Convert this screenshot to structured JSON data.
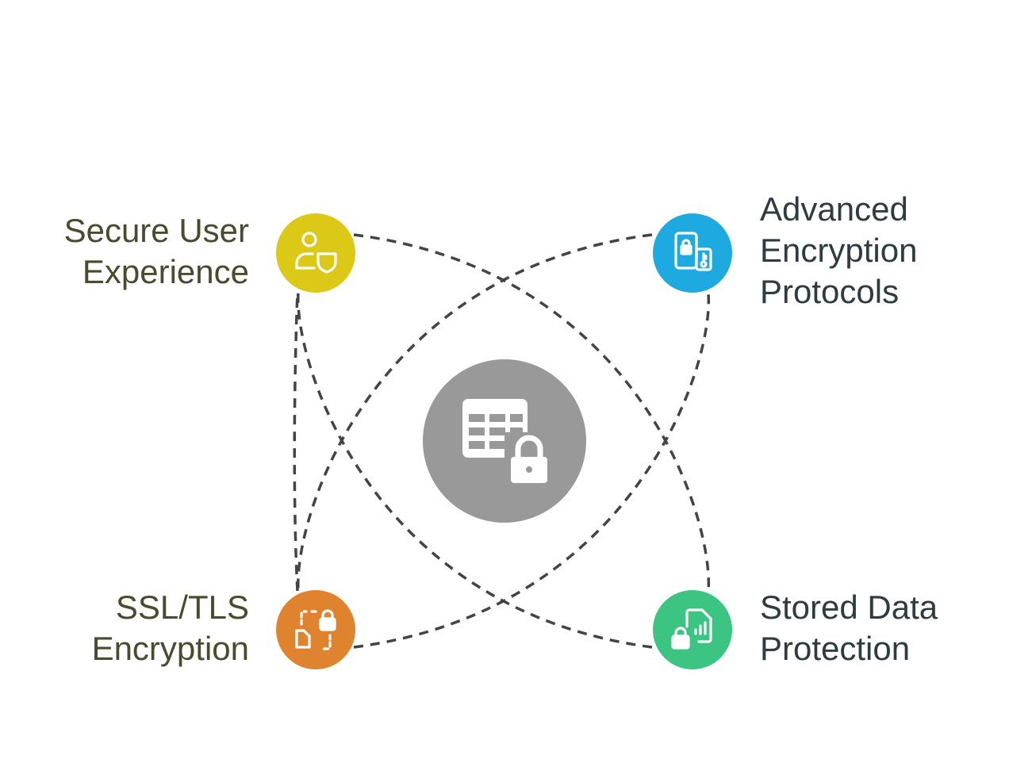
{
  "nodes": {
    "center": {
      "icon": "table-lock-icon",
      "color": "#999999"
    },
    "secure_user": {
      "icon": "user-shield-icon",
      "color": "#DCC917",
      "label_color": "#4A4A2E",
      "lines": [
        "Secure User",
        "Experience"
      ]
    },
    "advanced_encryption": {
      "icon": "phone-lock-key-icon",
      "color": "#1EAAE0",
      "label_color": "#2E3B3F",
      "lines": [
        "Advanced",
        "Encryption",
        "Protocols"
      ]
    },
    "ssl_tls": {
      "icon": "document-transfer-lock-icon",
      "color": "#E0832F",
      "label_color": "#4A4A2E",
      "lines": [
        "SSL/TLS",
        "Encryption"
      ]
    },
    "stored_data": {
      "icon": "document-chart-lock-icon",
      "color": "#3CC483",
      "label_color": "#2E3B3F",
      "lines": [
        "Stored Data",
        "Protection"
      ]
    }
  },
  "connector_color": "#444444"
}
